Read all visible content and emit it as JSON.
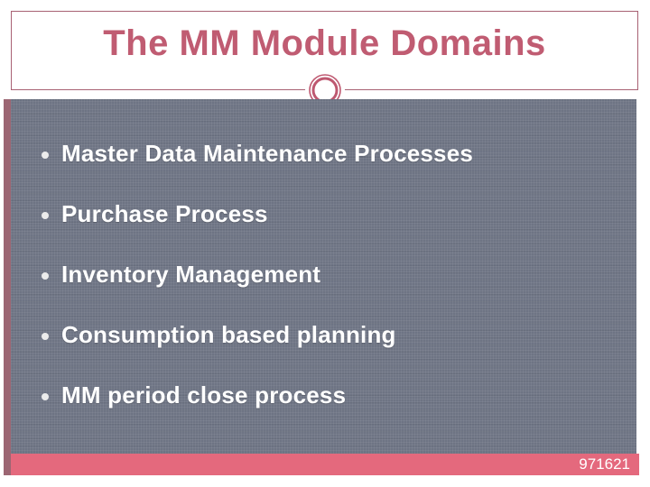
{
  "slide": {
    "title": "The MM Module Domains",
    "bullets": [
      {
        "label": "Master Data Maintenance Processes"
      },
      {
        "label": "Purchase Process"
      },
      {
        "label": "Inventory Management"
      },
      {
        "label": "Consumption based planning"
      },
      {
        "label": "MM period close process"
      }
    ],
    "footer": {
      "page_number": "971621"
    },
    "icons": {
      "circle_ornament": "double-ring-circle"
    },
    "colors": {
      "accent_rose": "#c05c72",
      "border_rose": "#a86173",
      "panel_gray": "#6e7484",
      "left_bar_mauve": "#9c6673",
      "footer_pink": "#e4697d",
      "bullet_text": "#ffffff"
    }
  }
}
